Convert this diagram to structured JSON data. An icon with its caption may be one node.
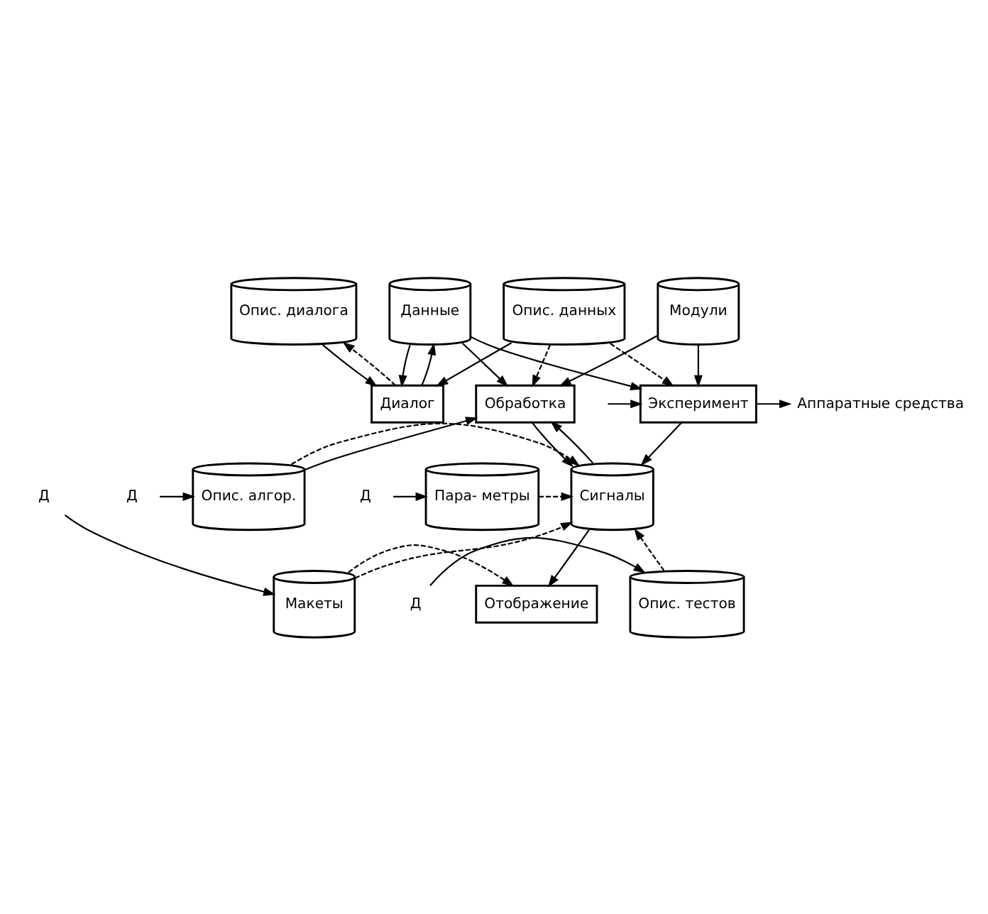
{
  "diagram": {
    "nodes": [
      {
        "text": [
          "Опис. диалога"
        ]
      },
      {
        "text": [
          "Данные"
        ]
      },
      {
        "text": [
          "Опис. данных"
        ]
      },
      {
        "text": [
          "Модули"
        ]
      },
      {
        "text": [
          "Диалог"
        ]
      },
      {
        "text": [
          "Аппаратные средства"
        ]
      },
      {
        "text": [
          "Эксперимент"
        ]
      },
      {
        "text": [
          "Обработка"
        ]
      },
      {
        "text": [
          "Д"
        ]
      },
      {
        "text": [
          "Пара- метры"
        ]
      },
      {
        "text": [
          "Сигналы"
        ]
      },
      {
        "text": [
          "Опис. алгор."
        ]
      },
      {
        "text": [
          "Д"
        ]
      },
      {
        "text": [
          "Д"
        ]
      },
      {
        "text": [
          "Опис. тестов"
        ]
      },
      {
        "text": [
          "Макеты"
        ]
      },
      {
        "text": [
          "Отображение"
        ]
      },
      {
        "text": [
          "Д"
        ]
      }
    ],
    "edges": [
      {
        "from": 0,
        "to": 4,
        "arrow": "to"
      },
      {
        "from": 4,
        "to": 0,
        "arrow": "to",
        "style": "dashed"
      },
      {
        "from": 1,
        "to": 4,
        "arrow": "to"
      },
      {
        "from": 4,
        "to": 1,
        "arrow": "to"
      },
      {
        "from": 2,
        "to": 4,
        "arrow": "to"
      },
      {
        "from": 1,
        "to": 6,
        "arrow": "to"
      },
      {
        "from": 1,
        "to": 7,
        "arrow": "to"
      },
      {
        "from": 2,
        "to": 6,
        "arrow": "to",
        "style": "dashed"
      },
      {
        "from": 2,
        "to": 7,
        "arrow": "to",
        "style": "dashed"
      },
      {
        "from": 3,
        "to": 6,
        "arrow": "to"
      },
      {
        "from": 3,
        "to": 7,
        "arrow": "to"
      },
      {
        "from": 6,
        "to": 5,
        "arrow": "to"
      },
      {
        "from": null,
        "to": 6,
        "arrow": "to"
      },
      {
        "from": 6,
        "to": 10,
        "arrow": "to"
      },
      {
        "from": 7,
        "to": 10,
        "arrow": "to"
      },
      {
        "from": 10,
        "to": 7,
        "arrow": "to"
      },
      {
        "from": 11,
        "to": 7,
        "arrow": "to"
      },
      {
        "from": 9,
        "to": 10,
        "arrow": "to",
        "style": "dashed"
      },
      {
        "from": 11,
        "to": 10,
        "arrow": "to",
        "style": "dashed"
      },
      {
        "from": 14,
        "to": 10,
        "arrow": "to",
        "style": "dashed"
      },
      {
        "from": 15,
        "to": 10,
        "arrow": "to",
        "style": "dashed"
      },
      {
        "from": 10,
        "to": 16,
        "arrow": "to"
      },
      {
        "from": 15,
        "to": 16,
        "arrow": "to",
        "style": "dashed"
      },
      {
        "from": 8,
        "to": 9,
        "arrow": "to"
      },
      {
        "from": 12,
        "to": 11,
        "arrow": "to"
      },
      {
        "from": 13,
        "to": 14,
        "arrow": "to"
      },
      {
        "from": 17,
        "to": 15,
        "arrow": "to"
      }
    ]
  }
}
